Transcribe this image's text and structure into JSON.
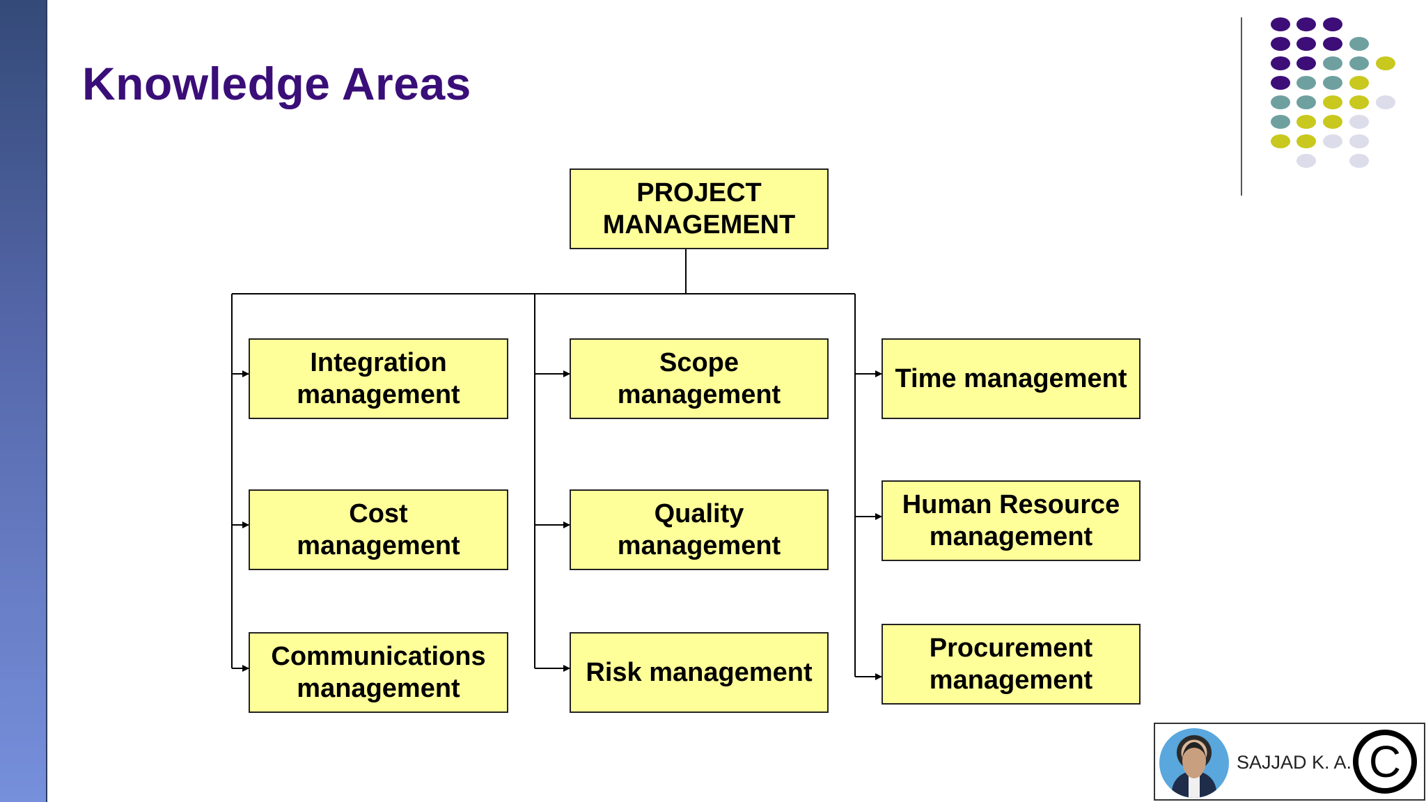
{
  "slide": {
    "title": "Knowledge Areas"
  },
  "diagram": {
    "root": "PROJECT\nMANAGEMENT",
    "areas": {
      "integration": "Integration\nmanagement",
      "cost": "Cost\nmanagement",
      "communications": "Communications\nmanagement",
      "scope": "Scope\nmanagement",
      "quality": "Quality\nmanagement",
      "risk": "Risk management",
      "time": "Time management",
      "human_resource": "Human Resource\nmanagement",
      "procurement": "Procurement\nmanagement"
    }
  },
  "badge": {
    "author": "SAJJAD K. A.",
    "copyright_symbol": "C"
  },
  "colors": {
    "title": "#3a0e78",
    "box_fill": "#ffff99",
    "dot_purple": "#3d0e78",
    "dot_teal": "#6fa0a0",
    "dot_yellow": "#c8c81e",
    "dot_lavender": "#dcdcea"
  }
}
